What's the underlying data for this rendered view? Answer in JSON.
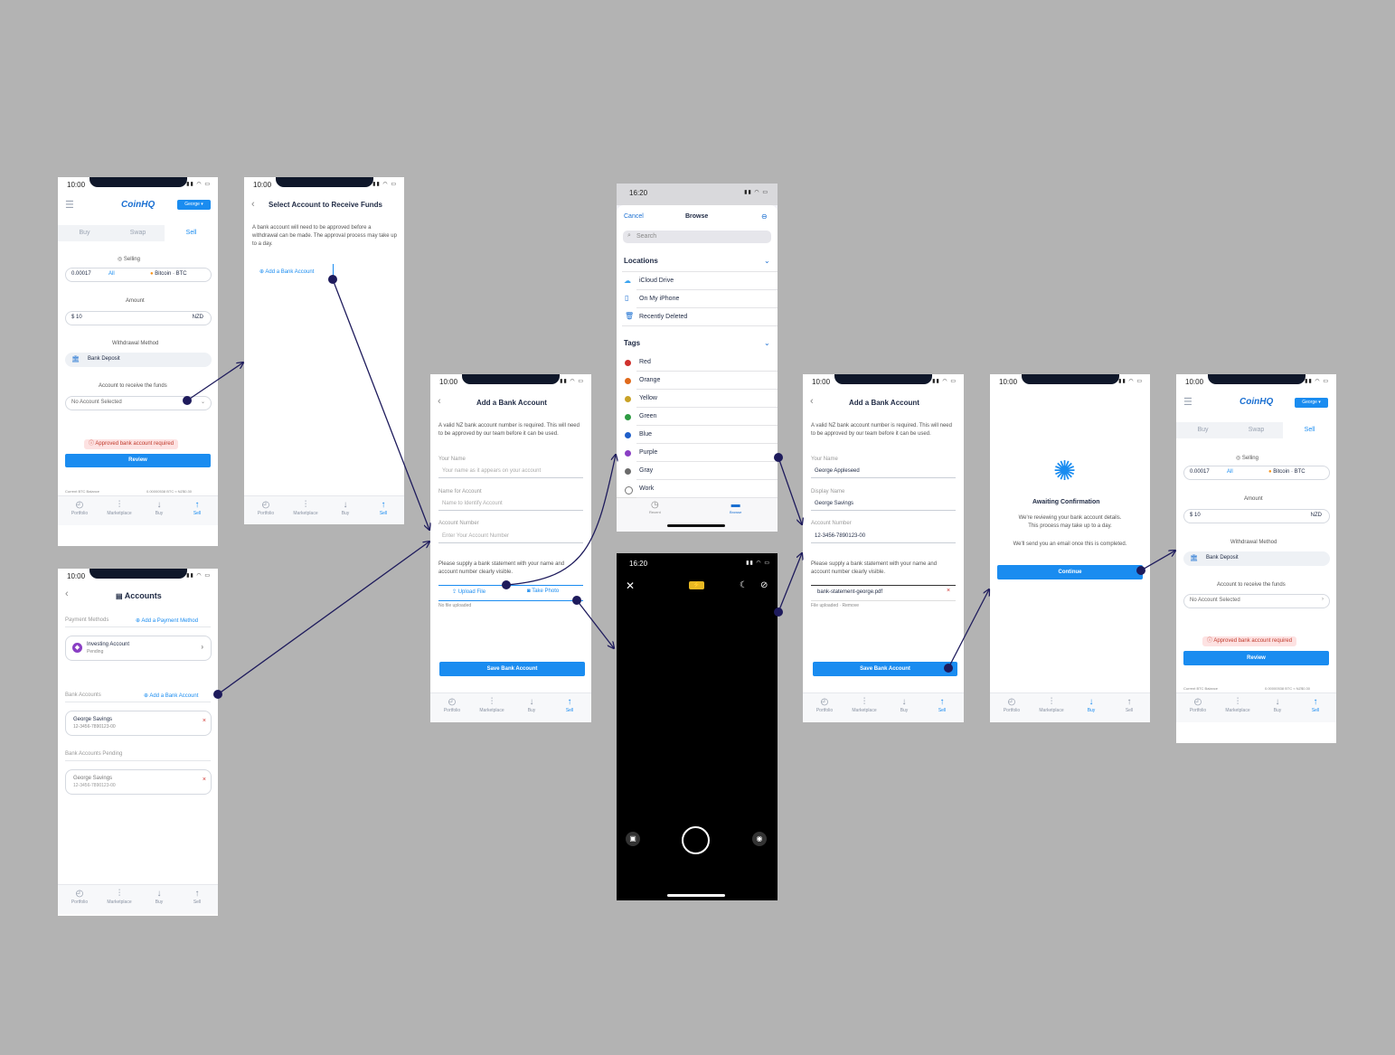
{
  "status_time": "10:00",
  "status_time_ios": "16:20",
  "brand": {
    "logo": "CoinHQ",
    "user": "George",
    "primary": "#1a8cf0",
    "connector": "#1e1b5c",
    "background": "#b3b3b3"
  },
  "segments": [
    "Buy",
    "Swap",
    "Sell"
  ],
  "tabs": [
    "Portfolio",
    "Marketplace",
    "Buy",
    "Sell"
  ],
  "sell": {
    "selling_label": "Selling",
    "selling_value": "0.00017",
    "all_label": "All",
    "coin": "Bitcoin · BTC",
    "amount_label": "Amount",
    "amount_value": "$ 10",
    "currency": "NZD",
    "withdrawal_label": "Withdrawal Method",
    "withdrawal_value": "Bank Deposit",
    "receive_label": "Account to receive the funds",
    "receive_value": "No Account Selected",
    "warning": "Approved bank account required",
    "review": "Review",
    "footer_left": "Current BTC Balance",
    "footer_right": "0.00000538 BTC ≈ NZ$0.30"
  },
  "select_account": {
    "title": "Select Account to Receive Funds",
    "body": "A bank account will need to be approved before a withdrawal can be made. The approval process may take up to a day.",
    "add": "Add a Bank Account"
  },
  "accounts": {
    "title": "Accounts",
    "payment_methods": "Payment Methods",
    "add_payment": "Add a Payment Method",
    "investing_name": "Investing Account",
    "investing_sub": "Pending",
    "bank_accounts": "Bank Accounts",
    "add_bank": "Add a Bank Account",
    "george_name": "George Savings",
    "george_num": "12-3456-7890123-00",
    "pending_label": "Bank Accounts Pending",
    "pending_name": "George Savings",
    "pending_num": "12-3456-7890123-00"
  },
  "add_bank": {
    "title": "Add a Bank Account",
    "intro": "A valid NZ bank account number is required. This will need to be approved by our team before it can be used.",
    "name_label": "Your Name",
    "name_placeholder": "Your name as it appears on your account",
    "display_label": "Name for Account",
    "display_placeholder": "Name to Identify Account",
    "number_label": "Account Number",
    "number_placeholder": "Enter Your Account Number",
    "statement_note": "Please supply a bank statement with your name and account number clearly visible.",
    "upload": "Upload File",
    "photo": "Take Photo",
    "no_file": "No file uploaded",
    "save": "Save Bank Account"
  },
  "add_bank_filled": {
    "title": "Add a Bank Account",
    "name_label": "Your Name",
    "name_value": "George Appleseed",
    "display_label": "Display Name",
    "display_value": "George Savings",
    "number_label": "Account Number",
    "number_value": "12-3456-7890123-00",
    "file": "bank-statement-george.pdf",
    "file_status": "File uploaded · Remove",
    "save": "Save Bank Account"
  },
  "browse": {
    "cancel": "Cancel",
    "title": "Browse",
    "search": "Search",
    "locations_header": "Locations",
    "locations": [
      "iCloud Drive",
      "On My iPhone",
      "Recently Deleted"
    ],
    "tags_header": "Tags",
    "tags": [
      {
        "name": "Red",
        "color": "#d0312d"
      },
      {
        "name": "Orange",
        "color": "#e06a1b"
      },
      {
        "name": "Yellow",
        "color": "#c9a227"
      },
      {
        "name": "Green",
        "color": "#2e9b43"
      },
      {
        "name": "Blue",
        "color": "#1f5fc9"
      },
      {
        "name": "Purple",
        "color": "#8a3fc4"
      },
      {
        "name": "Gray",
        "color": "#6b6b6b"
      },
      {
        "name": "Work",
        "color": "#ffffff"
      }
    ],
    "tab_recent": "Recent",
    "tab_browse": "Browse"
  },
  "awaiting": {
    "title": "Awaiting Confirmation",
    "body1": "We're reviewing your bank account details.",
    "body2": "This process may take up to a day.",
    "body3": "We'll send you an email once this is completed.",
    "continue": "Continue"
  }
}
